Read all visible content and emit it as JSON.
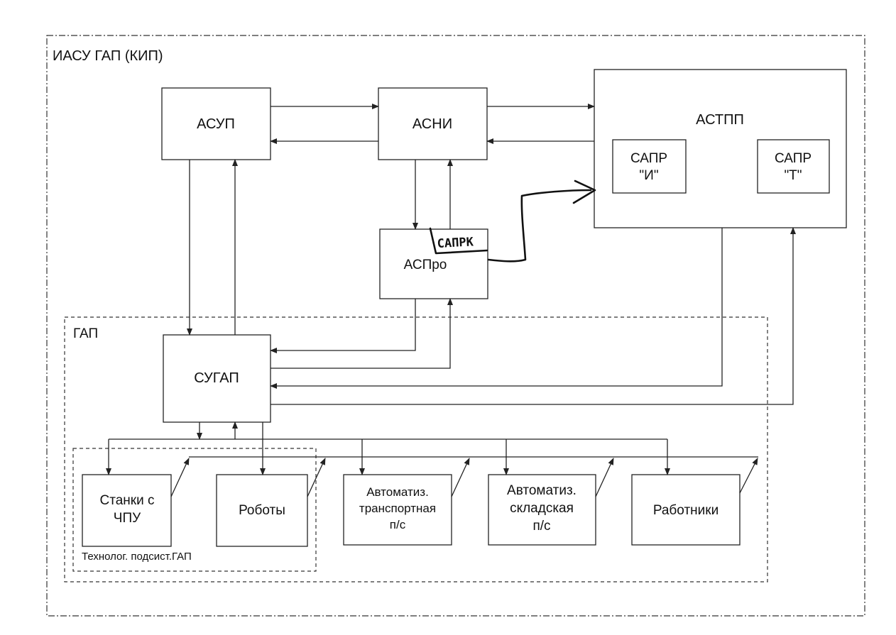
{
  "frames": {
    "outer_label": "ИАСУ ГАП (КИП)",
    "gap_label": "ГАП",
    "tech_label": "Технолог. подсист.ГАП"
  },
  "nodes": {
    "asup": "АСУП",
    "asni": "АСНИ",
    "astpp": "АСТПП",
    "sapr_i_line1": "САПР",
    "sapr_i_line2": "\"И\"",
    "sapr_t_line1": "САПР",
    "sapr_t_line2": "\"Т\"",
    "aspro": "АСПро",
    "sapr_k_handwritten": "САПРК",
    "sugap": "СУГАП",
    "stanki_line1": "Станки с",
    "stanki_line2": "ЧПУ",
    "roboty": "Роботы",
    "transport_line1": "Автоматиз.",
    "transport_line2": "транспортная",
    "transport_line3": "п/с",
    "sklad_line1": "Автоматиз.",
    "sklad_line2": "складская",
    "sklad_line3": "п/с",
    "rabotniki": "Работники"
  }
}
